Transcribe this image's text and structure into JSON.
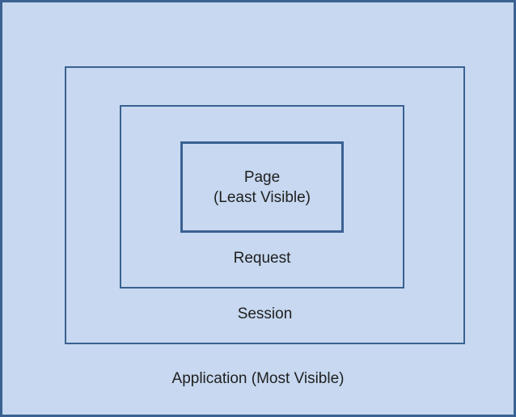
{
  "diagram": {
    "description": "Nested visibility scopes diagram",
    "colors": {
      "fill": "#C7D8F0",
      "border": "#3A6191",
      "text": "#1F1F1F"
    },
    "levels": [
      {
        "id": "application",
        "label": "Application (Most Visible)"
      },
      {
        "id": "session",
        "label": "Session"
      },
      {
        "id": "request",
        "label": "Request"
      },
      {
        "id": "page",
        "label_line1": "Page",
        "label_line2": "(Least Visible)"
      }
    ]
  }
}
